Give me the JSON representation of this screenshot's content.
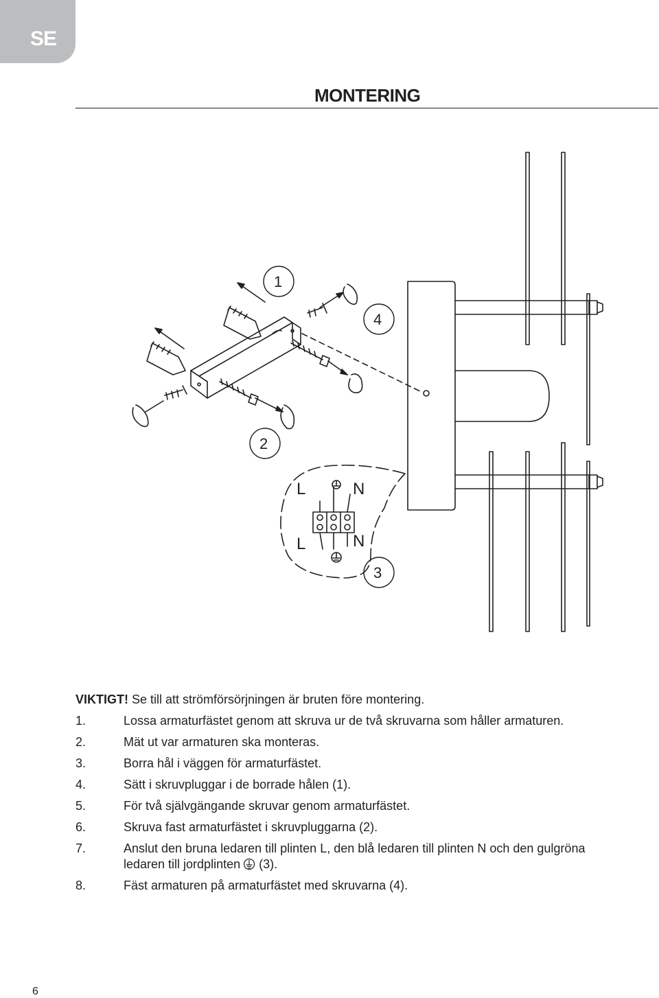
{
  "lang_tab": "SE",
  "title": "MONTERING",
  "diagram": {
    "callouts": [
      "1",
      "2",
      "3",
      "4"
    ],
    "terminal_labels": {
      "top_left": "L",
      "top_right": "N",
      "bottom_left": "L",
      "bottom_right": "N"
    },
    "icons": [
      "screw-icon",
      "wall-plug-icon",
      "rotate-arrow-icon",
      "ground-icon",
      "terminal-block-icon",
      "lamp-fixture-icon",
      "mounting-bracket-icon"
    ]
  },
  "warning": {
    "label": "VIKTIGT!",
    "text": " Se till att strömförsörjningen är bruten före montering."
  },
  "steps": [
    {
      "num": "1.",
      "text": "Lossa armaturfästet genom att skruva ur de två skruvarna som håller armaturen."
    },
    {
      "num": "2.",
      "text": "Mät ut var armaturen ska monteras."
    },
    {
      "num": "3.",
      "text": "Borra hål i väggen för armaturfästet."
    },
    {
      "num": "4.",
      "text": "Sätt i skruvpluggar i de borrade hålen (1)."
    },
    {
      "num": "5.",
      "text": "För två självgängande skruvar genom armaturfästet."
    },
    {
      "num": "6.",
      "text": "Skruva fast armaturfästet i skruvpluggarna (2)."
    },
    {
      "num": "7.",
      "text_before": "Anslut den bruna ledaren till plinten L, den blå ledaren till plinten N och den gulgröna ledaren till jordplinten",
      "text_after": " (3)."
    },
    {
      "num": "8.",
      "text": "Fäst armaturen på armaturfästet med skruvarna (4)."
    }
  ],
  "page_number": "6"
}
